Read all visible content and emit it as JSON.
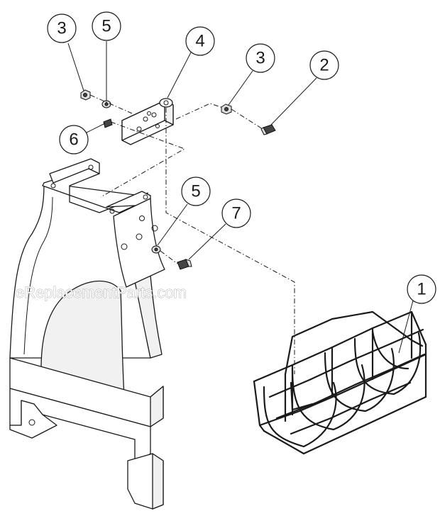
{
  "watermark": "eReplacementParts.com",
  "callouts": [
    {
      "id": "callout-3a",
      "label": "3",
      "part": "nut"
    },
    {
      "id": "callout-5a",
      "label": "5",
      "part": "washer"
    },
    {
      "id": "callout-4",
      "label": "4",
      "part": "hinge-bracket"
    },
    {
      "id": "callout-3b",
      "label": "3",
      "part": "nut"
    },
    {
      "id": "callout-2",
      "label": "2",
      "part": "bolt"
    },
    {
      "id": "callout-6",
      "label": "6",
      "part": "set-screw"
    },
    {
      "id": "callout-5b",
      "label": "5",
      "part": "washer"
    },
    {
      "id": "callout-7",
      "label": "7",
      "part": "screw"
    },
    {
      "id": "callout-1",
      "label": "1",
      "part": "wire-basket"
    }
  ]
}
